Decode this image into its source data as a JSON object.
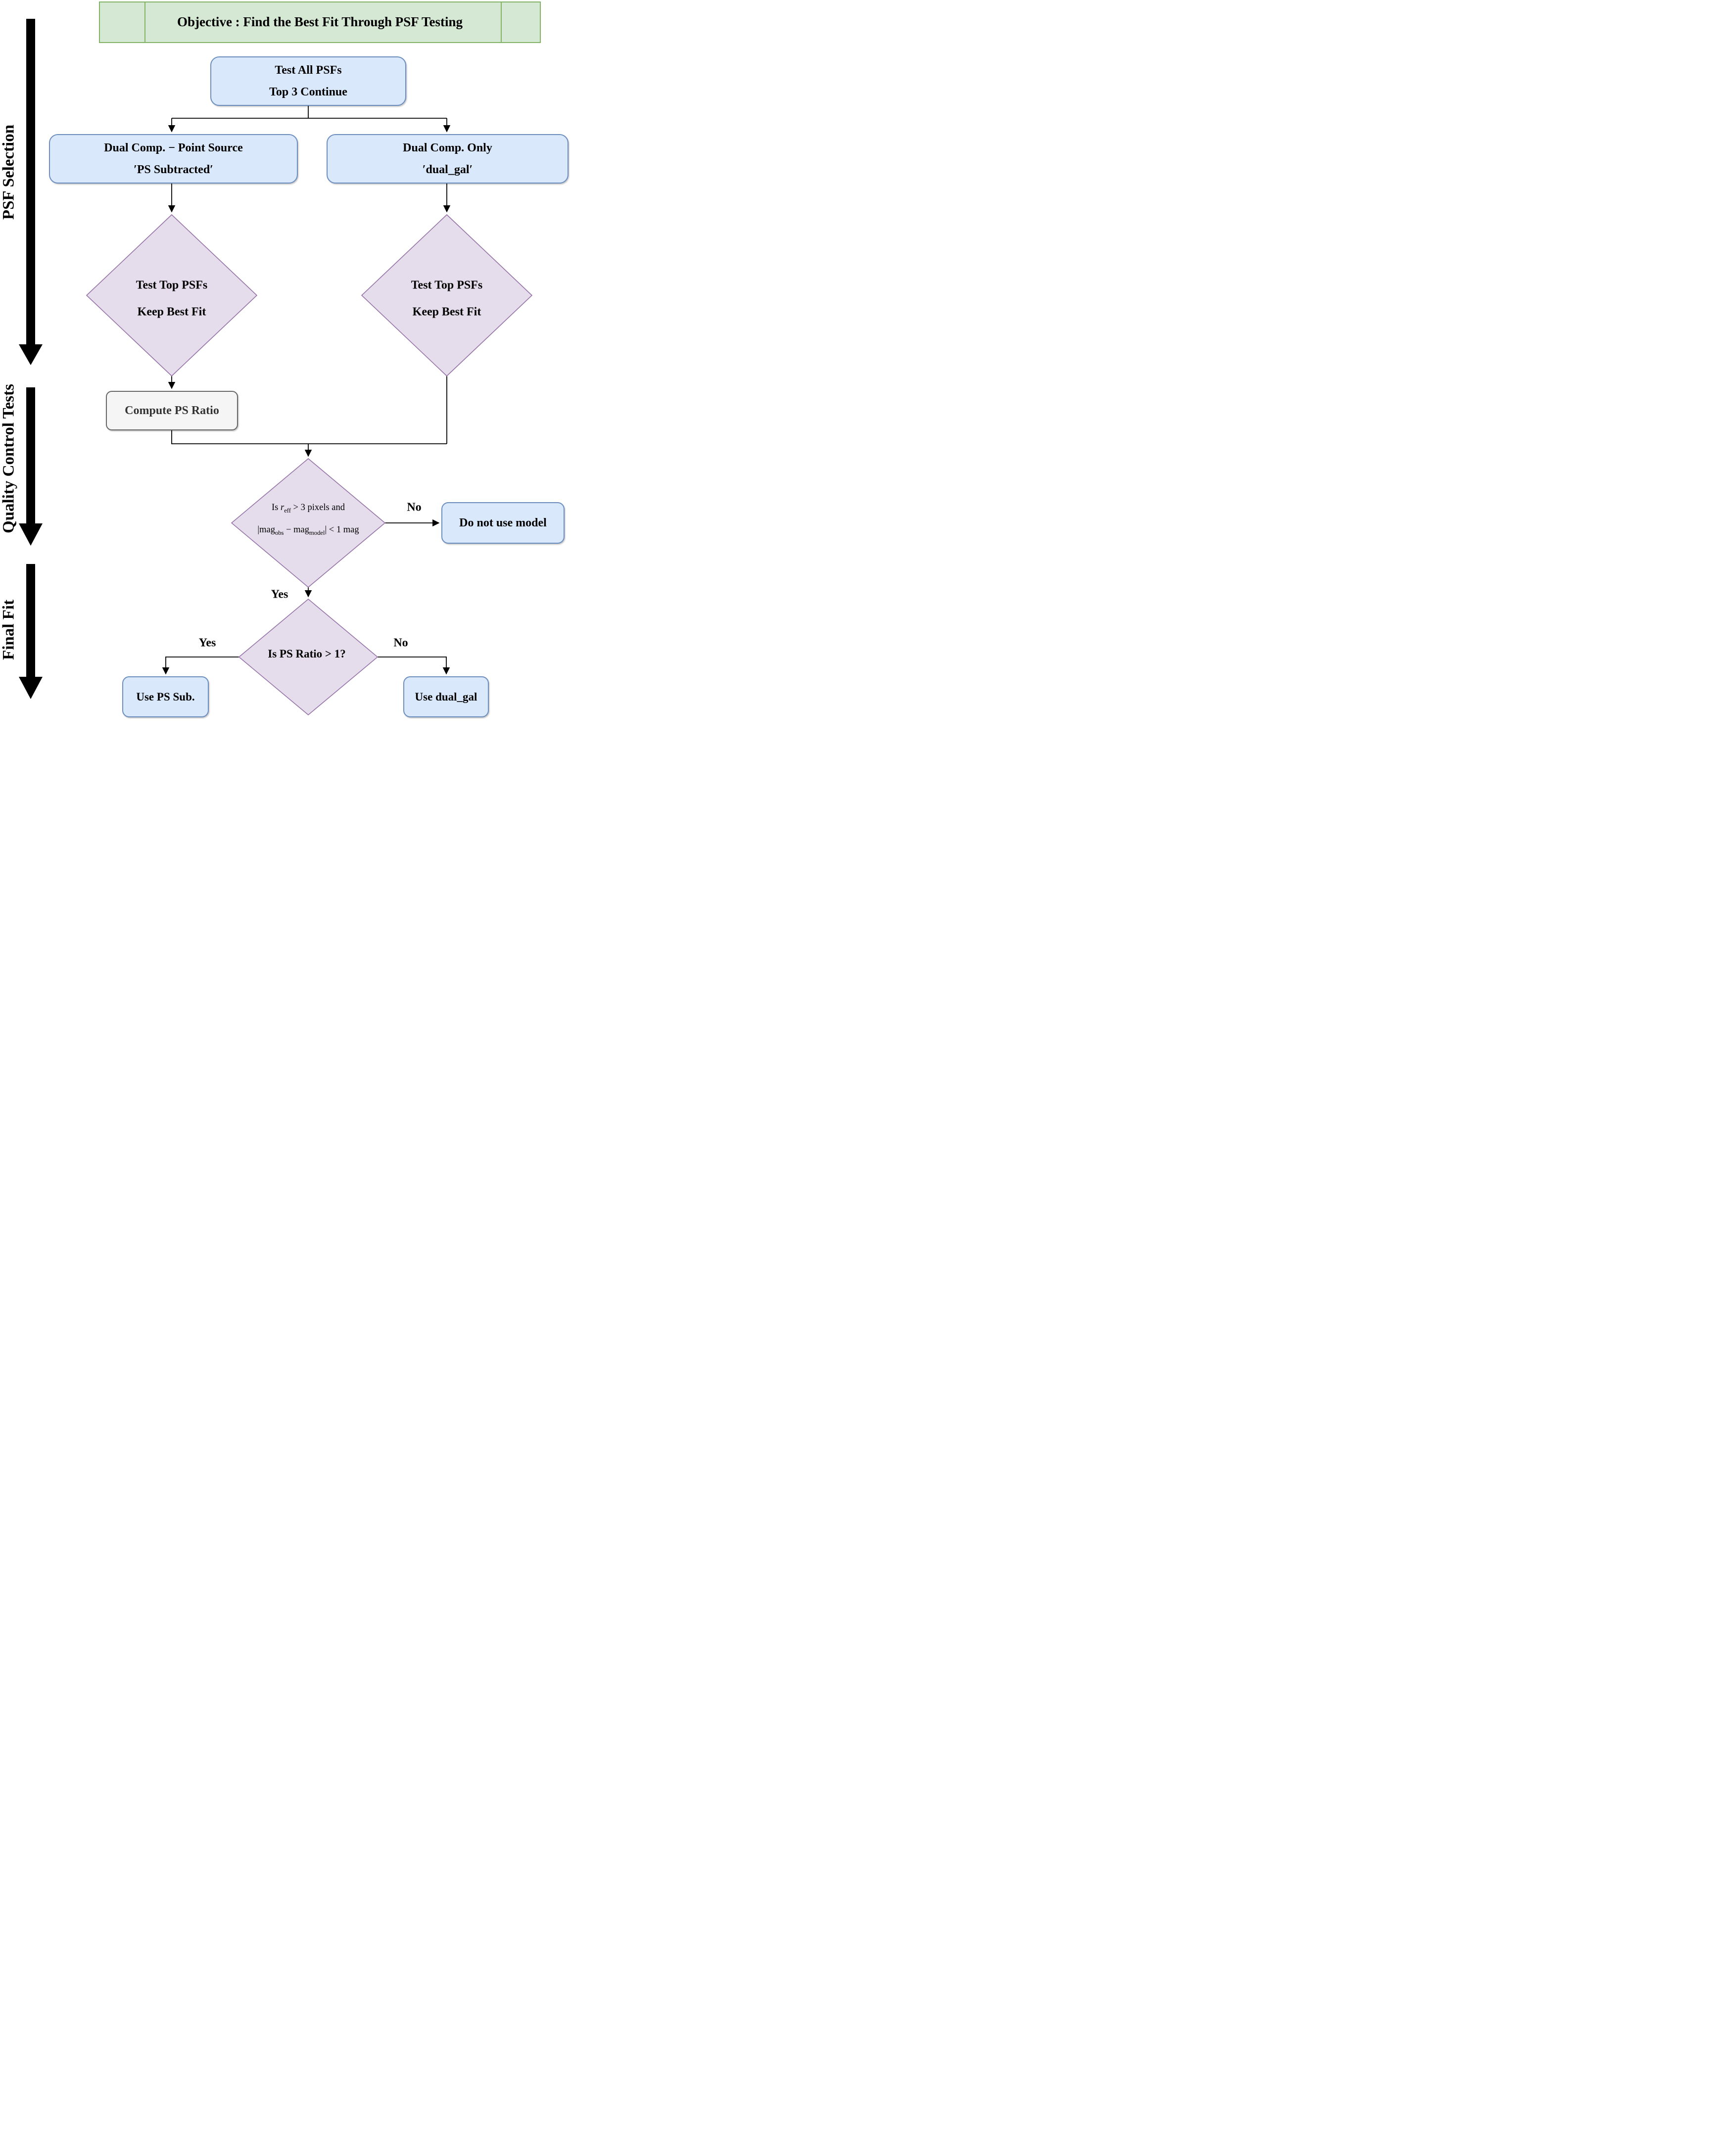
{
  "header": {
    "title": "Objective :  Find the Best Fit Through PSF Testing"
  },
  "sidebar": {
    "sections": [
      {
        "label": "PSF Selection"
      },
      {
        "label": "Quality Control Tests"
      },
      {
        "label": "Final Fit"
      }
    ]
  },
  "flow": {
    "test_all": {
      "line1": "Test All PSFs",
      "line2": "Top 3 Continue"
    },
    "left_branch": {
      "line1": "Dual Comp.  −  Point Source",
      "line2": "′PS Subtracted′"
    },
    "right_branch": {
      "line1": "Dual Comp.  Only",
      "line2": "′dual_gal′"
    },
    "left_diamond": {
      "line1": "Test Top PSFs",
      "line2": "Keep Best Fit"
    },
    "right_diamond": {
      "line1": "Test Top PSFs",
      "line2": "Keep Best Fit"
    },
    "compute_box": {
      "label": "Compute PS Ratio"
    },
    "quality_diamond": {
      "line1_prefix": "Is ",
      "line1_var": "r",
      "line1_sub": "eff",
      "line1_suffix": " > 3 pixels and",
      "line2_p1": "|mag",
      "line2_s1": "obs",
      "line2_p2": " − mag",
      "line2_s2": "model",
      "line2_p3": "| < 1 mag"
    },
    "no_box": {
      "label": "Do not use model"
    },
    "ratio_diamond": {
      "label": "Is PS Ratio > 1?"
    },
    "use_ps_box": {
      "label": "Use PS Sub."
    },
    "use_dual_box": {
      "label": "Use dual_gal"
    },
    "edge_labels": {
      "quality_no": "No",
      "quality_yes": "Yes",
      "ratio_yes": "Yes",
      "ratio_no": "No"
    }
  },
  "colors": {
    "green_fill": "#d5e8d4",
    "green_border": "#82b366",
    "blue_fill": "#dae8fc",
    "blue_border": "#6c8ebf",
    "purple_fill": "#e5dcec",
    "purple_border": "#9673a6",
    "gray_fill": "#f5f5f5",
    "gray_border": "#666666",
    "line": "#000000"
  }
}
